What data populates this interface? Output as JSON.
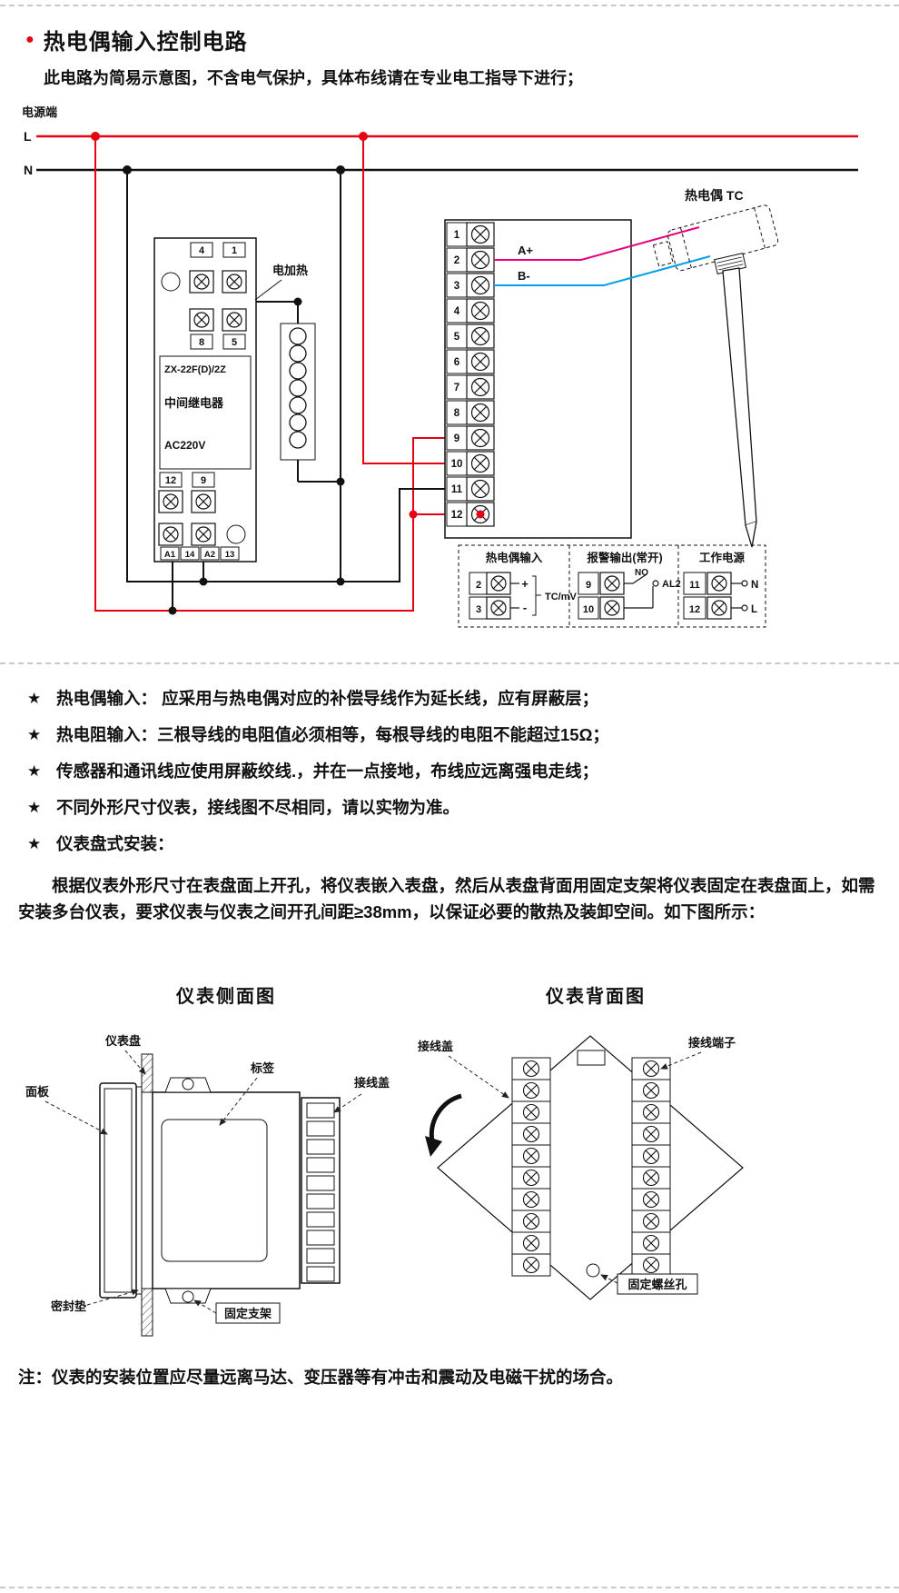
{
  "page": {
    "bullet": "●",
    "title": "热电偶输入控制电路",
    "subtitle": "此电路为简易示意图，不含电气保护，具体布线请在专业电工指导下进行；",
    "paragraph": "根据仪表外形尺寸在表盘面上开孔，将仪表嵌入表盘，然后从表盘背面用固定支架将仪表固定在表盘面上，如需安装多台仪表，要求仪表与仪表之间开孔间距≥38mm，以保证必要的散热及装卸空间。如下图所示：",
    "note": "注：仪表的安装位置应尽量远离马达、变压器等有冲击和震动及电磁干扰的场合。"
  },
  "bullets": {
    "star": "★",
    "items": [
      "热电偶输入： 应采用与热电偶对应的补偿导线作为延长线，应有屏蔽层；",
      "热电阻输入：三根导线的电阻值必须相等，每根导线的电阻不能超过15Ω；",
      "传感器和通讯线应使用屏蔽绞线.，并在一点接地，布线应远离强电走线；",
      "不同外形尺寸仪表，接线图不尽相同，请以实物为准。",
      "仪表盘式安装："
    ]
  },
  "circuit": {
    "power_label": "电源端",
    "line_l": "L",
    "line_n": "N",
    "heater_label": "电加热",
    "relay": {
      "model": "ZX-22F(D)/2Z",
      "name": "中间继电器",
      "voltage": "AC220V",
      "t4": "4",
      "t1": "1",
      "t8": "8",
      "t5": "5",
      "t12": "12",
      "t9": "9",
      "a1": "A1",
      "t14": "14",
      "a2": "A2",
      "t13": "13"
    },
    "instrument_terminals": [
      "1",
      "2",
      "3",
      "4",
      "5",
      "6",
      "7",
      "8",
      "9",
      "10",
      "11",
      "12"
    ],
    "wire_a": "A+",
    "wire_b": "B-",
    "tc_label": "热电偶 TC",
    "panels": {
      "tc": {
        "title": "热电偶输入",
        "r1": "2",
        "r2": "3",
        "plus": "+",
        "minus": "-",
        "signal": "TC/mV"
      },
      "alarm": {
        "title": "报警输出(常开)",
        "r1": "9",
        "r2": "10",
        "no": "NO",
        "al2": "AL2"
      },
      "power": {
        "title": "工作电源",
        "r1": "11",
        "r2": "12",
        "n": "N",
        "l": "L"
      }
    },
    "colors": {
      "live": "#e60012",
      "neutral": "#111111",
      "wire_a": "#e4007f",
      "wire_b": "#00a0e9"
    }
  },
  "side_view": {
    "title": "仪表侧面图",
    "labels": {
      "panel": "仪表盘",
      "tag": "标签",
      "cover": "接线盖",
      "front": "面板",
      "gasket": "密封垫",
      "bracket": "固定支架"
    }
  },
  "back_view": {
    "title": "仪表背面图",
    "labels": {
      "cover": "接线盖",
      "terminals": "接线端子",
      "screw_hole": "固定螺丝孔"
    }
  }
}
